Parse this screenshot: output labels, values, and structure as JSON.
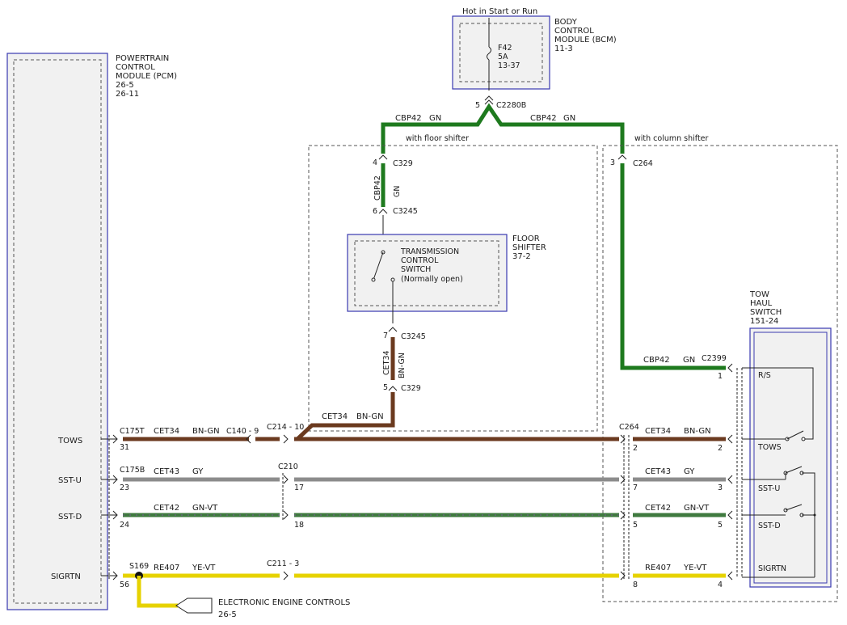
{
  "bcm": {
    "feed": "Hot in Start or Run",
    "title_1": "BODY",
    "title_2": "CONTROL",
    "title_3": "MODULE (BCM)",
    "ref": "11-3",
    "fuse": "F42",
    "fuse_rating": "5A",
    "fuse_ref": "13-37",
    "pin": "5",
    "connector": "C2280B"
  },
  "pcm": {
    "title_1": "POWERTRAIN",
    "title_2": "CONTROL",
    "title_3": "MODULE (PCM)",
    "ref_1": "26-5",
    "ref_2": "26-11",
    "pins": [
      {
        "name": "TOWS",
        "pin": "31"
      },
      {
        "name": "SST-U",
        "pin": "23"
      },
      {
        "name": "SST-D",
        "pin": "24"
      },
      {
        "name": "SIGRTN",
        "pin": "56"
      }
    ]
  },
  "wires": {
    "cbp42_left": "CBP42",
    "cbp42_left_color": "GN",
    "cbp42_right": "CBP42",
    "cbp42_right_color": "GN",
    "cbp42_vertical": "CBP42",
    "cbp42_vertical_color": "GN",
    "cet34_vertical": "CET34",
    "cet34_vertical_color": "BN-GN",
    "cet34_diag": "CET34",
    "cet34_diag_color": "BN-GN",
    "cbp42_tow": "CBP42",
    "cbp42_tow_color": "GN",
    "tows_left": "CET34",
    "tows_left_color": "BN-GN",
    "tows_right": "CET34",
    "tows_right_color": "BN-GN",
    "sstu_left": "CET43",
    "sstu_left_color": "GY",
    "sstu_right": "CET43",
    "sstu_right_color": "GY",
    "sstd_left": "CET42",
    "sstd_left_color": "GN-VT",
    "sstd_right": "CET42",
    "sstd_right_color": "GN-VT",
    "sig_left": "RE407",
    "sig_left_color": "YE-VT",
    "sig_right": "RE407",
    "sig_right_color": "YE-VT"
  },
  "connectors": {
    "floor_label": "with floor shifter",
    "column_label": "with column shifter",
    "c329_top_pin": "4",
    "c329_top": "C329",
    "c3245_top_pin": "6",
    "c3245_top": "C3245",
    "c3245_bot_pin": "7",
    "c3245_bot": "C3245",
    "c329_bot_pin": "5",
    "c329_bot": "C329",
    "c264_top_pin": "3",
    "c264_top": "C264",
    "c2399": "C2399",
    "c2399_pin": "1",
    "c175t": "C175T",
    "c140": "C140 - 9",
    "c214": "C214 - 10",
    "c264_mid": "C264",
    "tows_c264_pin": "2",
    "tows_sw_pin": "2",
    "c175b": "C175B",
    "c210": "C210",
    "sstu_c210_pin": "17",
    "sstu_c264_pin": "7",
    "sstu_sw_pin": "3",
    "sstd_c210_pin": "18",
    "sstd_c264_pin": "5",
    "sstd_sw_pin": "5",
    "s169": "S169",
    "c211": "C211 - 3",
    "sig_c264_pin": "8",
    "sig_sw_pin": "4"
  },
  "floor_shifter": {
    "title_1": "FLOOR",
    "title_2": "SHIFTER",
    "ref": "37-2",
    "switch_1": "TRANSMISSION",
    "switch_2": "CONTROL",
    "switch_3": "SWITCH",
    "switch_4": "(Normally open)"
  },
  "tow_haul": {
    "title_1": "TOW",
    "title_2": "HAUL",
    "title_3": "SWITCH",
    "ref": "151-24",
    "pins": [
      "R/S",
      "TOWS",
      "SST-U",
      "SST-D",
      "SIGRTN"
    ]
  },
  "eec": {
    "label": "ELECTRONIC ENGINE CONTROLS",
    "ref": "26-5"
  },
  "colors": {
    "green": "#1e7a1e",
    "brown": "#6b3a1f",
    "gray": "#8c8c8c",
    "green_violet": "#3f7a3f",
    "yellow": "#e6d200",
    "module_border": "#3a3ab0"
  }
}
